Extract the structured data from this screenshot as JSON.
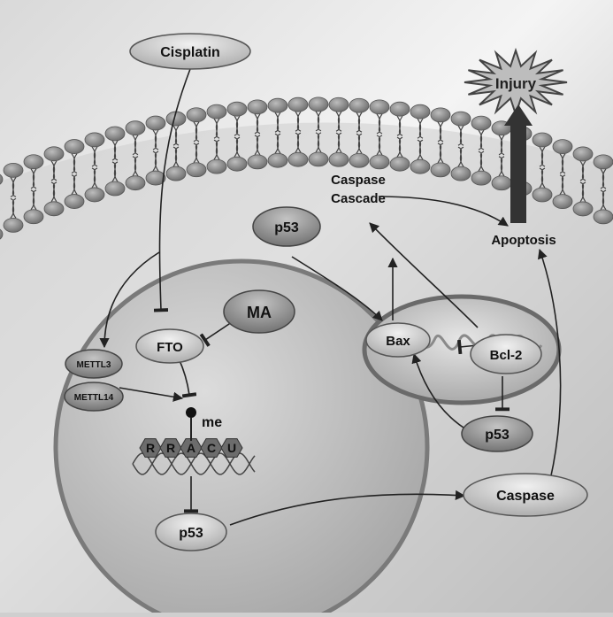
{
  "labels": {
    "cisplatin": "Cisplatin",
    "injury": "Injury",
    "caspase_cascade_line1": "Caspase",
    "caspase_cascade_line2": "Cascade",
    "apoptosis": "Apoptosis",
    "p53_cytoplasm": "p53",
    "ma": "MA",
    "fto": "FTO",
    "mettl3": "METTL3",
    "mettl14": "METTL14",
    "methyl": "me",
    "motif": [
      "R",
      "R",
      "A",
      "C",
      "U"
    ],
    "p53_nucleus": "p53",
    "bax": "Bax",
    "bcl2": "Bcl-2",
    "p53_mito": "p53",
    "caspase": "Caspase"
  },
  "colors": {
    "background_light": "#f4f4f4",
    "background_dark": "#b8b8b8",
    "membrane_head": "#8f8f8f",
    "nucleus": "#b9b9b9",
    "nucleus_edge": "#7a7a7a",
    "oval_fill": "#c8c8c8",
    "oval_dark": "#8c8c8c",
    "arrow": "#222222",
    "thick_arrow": "#333333"
  }
}
